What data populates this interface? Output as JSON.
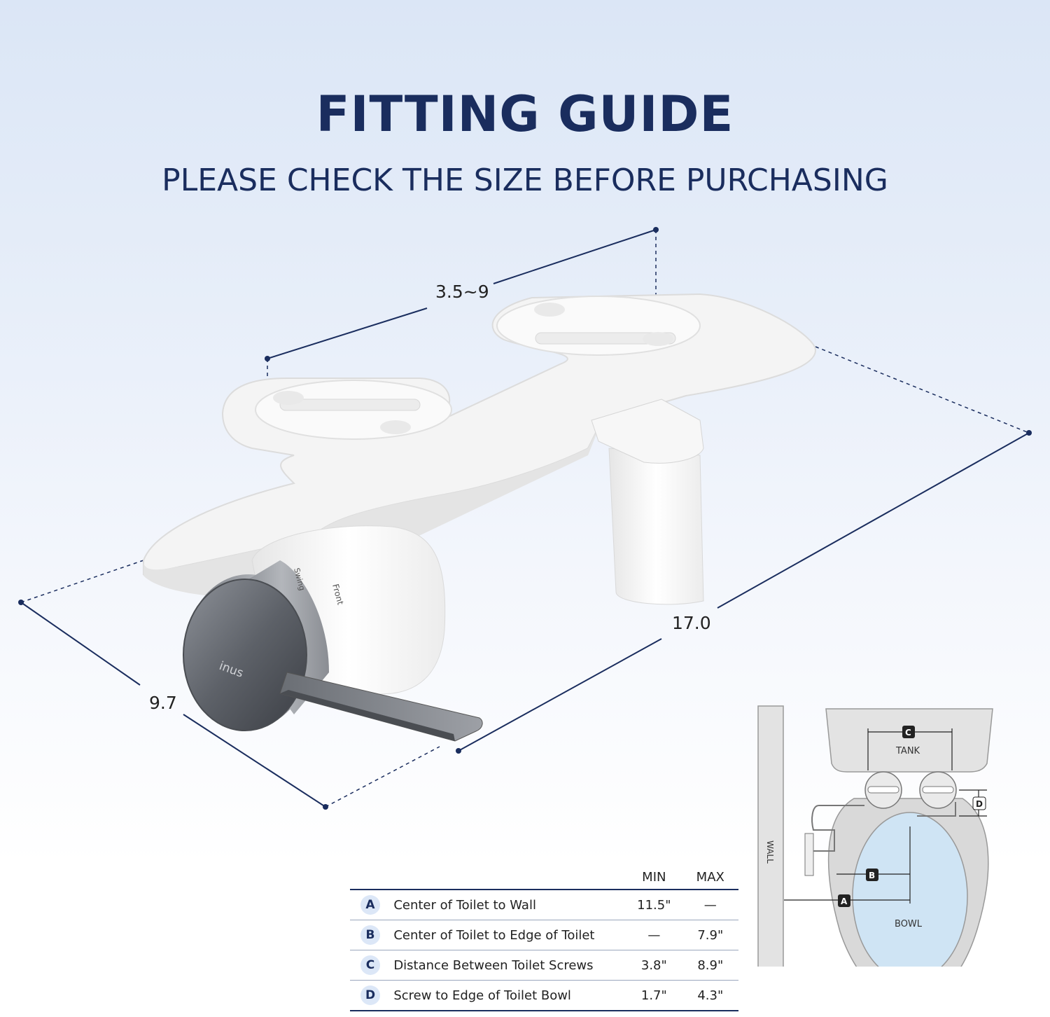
{
  "header": {
    "title": "FITTING GUIDE",
    "subtitle": "PLEASE CHECK THE SIZE BEFORE PURCHASING"
  },
  "product": {
    "brand": "inus",
    "knob_labels": [
      "Swing",
      "Front"
    ],
    "dimensions": {
      "screw_distance": "3.5~9",
      "length": "17.0",
      "width": "9.7"
    }
  },
  "spec_table": {
    "headers": {
      "min": "MIN",
      "max": "MAX"
    },
    "rows": [
      {
        "letter": "A",
        "description": "Center of Toilet to Wall",
        "min": "11.5\"",
        "max": "—"
      },
      {
        "letter": "B",
        "description": "Center of Toilet to Edge of Toilet",
        "min": "—",
        "max": "7.9\""
      },
      {
        "letter": "C",
        "description": "Distance Between Toilet Screws",
        "min": "3.8\"",
        "max": "8.9\""
      },
      {
        "letter": "D",
        "description": "Screw to Edge of Toilet Bowl",
        "min": "1.7\"",
        "max": "4.3\""
      }
    ]
  },
  "diagram": {
    "wall_label": "WALL",
    "tank_label": "TANK",
    "bowl_label": "BOWL",
    "markers": [
      "A",
      "B",
      "C",
      "D"
    ]
  },
  "colors": {
    "navy": "#1a2d5e",
    "bowl_fill": "#cfe4f4",
    "badge_bg": "#dce7f7"
  }
}
